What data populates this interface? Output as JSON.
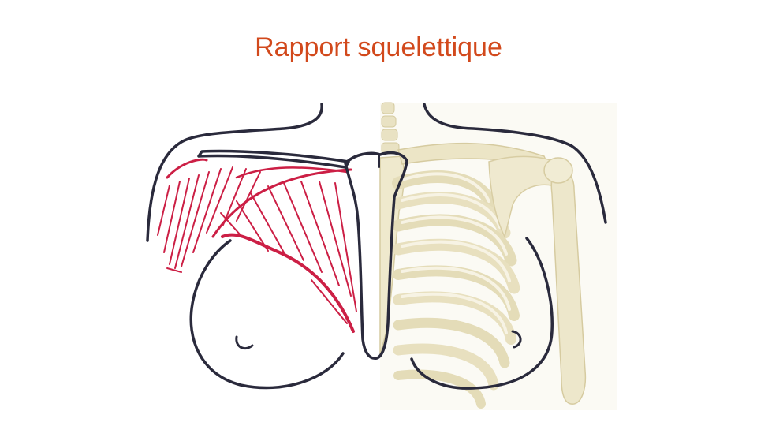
{
  "slide": {
    "title": "Rapport squelettique"
  },
  "colors": {
    "title": "#d2491c",
    "ink_outline": "#2a2a3c",
    "muscle_red": "#cc1f45",
    "bone_fill": "#ece6c8",
    "bone_shadow": "#d9cfa6",
    "bone_light": "#f6f2e2"
  },
  "figure": {
    "left_half": "sketch-with-pectoral-muscle",
    "right_half": "skeleton-thorax"
  }
}
